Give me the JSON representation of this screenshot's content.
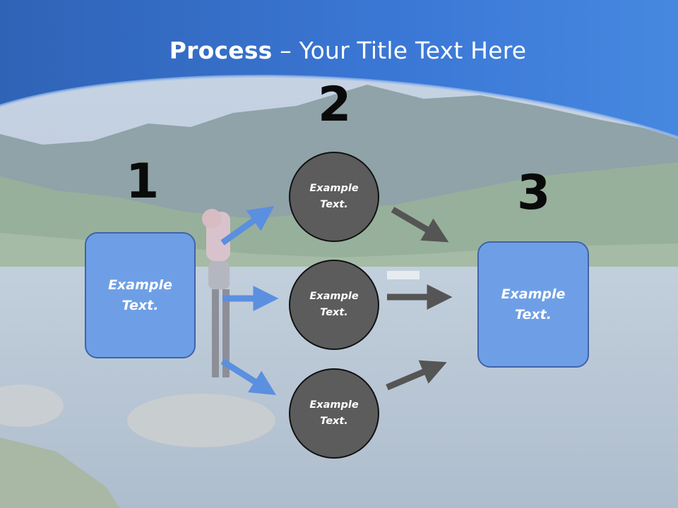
{
  "slide": {
    "title_bold": "Process",
    "title_rest": " – Your Title Text Here"
  },
  "steps": [
    {
      "number": "1",
      "box_text": "Example Text."
    },
    {
      "number": "2",
      "items": [
        "Example Text.",
        "Example Text.",
        "Example Text."
      ]
    },
    {
      "number": "3",
      "box_text": "Example Text."
    }
  ],
  "colors": {
    "header_blue": "#3b78d6",
    "box_fill": "#6e9fe6",
    "box_border": "#3f64a8",
    "circle_fill": "#5c5c5c",
    "arrow_blue": "#5b8fe0",
    "arrow_gray": "#555555"
  },
  "background": {
    "image": "mountain-lake-photo-faded"
  }
}
